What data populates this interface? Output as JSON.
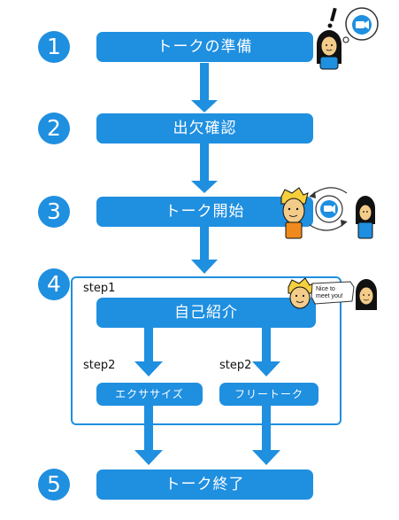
{
  "steps": [
    {
      "number": "1",
      "label": "トークの準備"
    },
    {
      "number": "2",
      "label": "出欠確認"
    },
    {
      "number": "3",
      "label": "トーク開始"
    },
    {
      "number": "4"
    },
    {
      "number": "5",
      "label": "トーク終了"
    }
  ],
  "group": {
    "step1_label": "step1",
    "step1_box": "自己紹介",
    "step2_left_label": "step2",
    "step2_right_label": "step2",
    "left_box": "エクササイズ",
    "right_box": "フリートーク"
  },
  "speech_text": "Nice to meet you!",
  "colors": {
    "primary": "#1f8fe0",
    "bubble_icon": "#1f8fe0"
  },
  "icons": [
    "exclamation-icon",
    "video-call-bubble-icon",
    "video-call-cycle-icon"
  ]
}
